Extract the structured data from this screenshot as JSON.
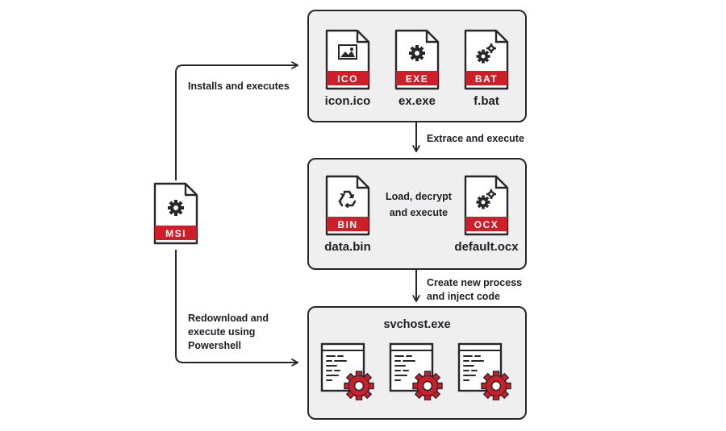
{
  "msi": {
    "badge": "MSI"
  },
  "top_box": {
    "files": [
      {
        "badge": "ICO",
        "label": "icon.ico",
        "icon": "image-icon"
      },
      {
        "badge": "EXE",
        "label": "ex.exe",
        "icon": "gear-icon"
      },
      {
        "badge": "BAT",
        "label": "f.bat",
        "icon": "gears-icon"
      }
    ]
  },
  "middle_box": {
    "target": {
      "badge": "BIN",
      "label": "data.bin",
      "icon": "recycle-icon"
    },
    "source": {
      "badge": "OCX",
      "label": "default.ocx",
      "icon": "gears-icon"
    },
    "arrow_label_1": "Load, decrypt",
    "arrow_label_2": "and execute"
  },
  "bottom_box": {
    "title": "svchost.exe",
    "processes": 3
  },
  "arrows": {
    "installs": "Installs and executes",
    "extract": "Extrace and execute",
    "create_1": "Create new process",
    "create_2": "and inject code",
    "redownload_1": "Redownload and",
    "redownload_2": "execute using",
    "redownload_3": "Powershell"
  },
  "colors": {
    "accent": "#cc1f2a",
    "stroke": "#26262c",
    "box_fill": "#efeff0"
  }
}
